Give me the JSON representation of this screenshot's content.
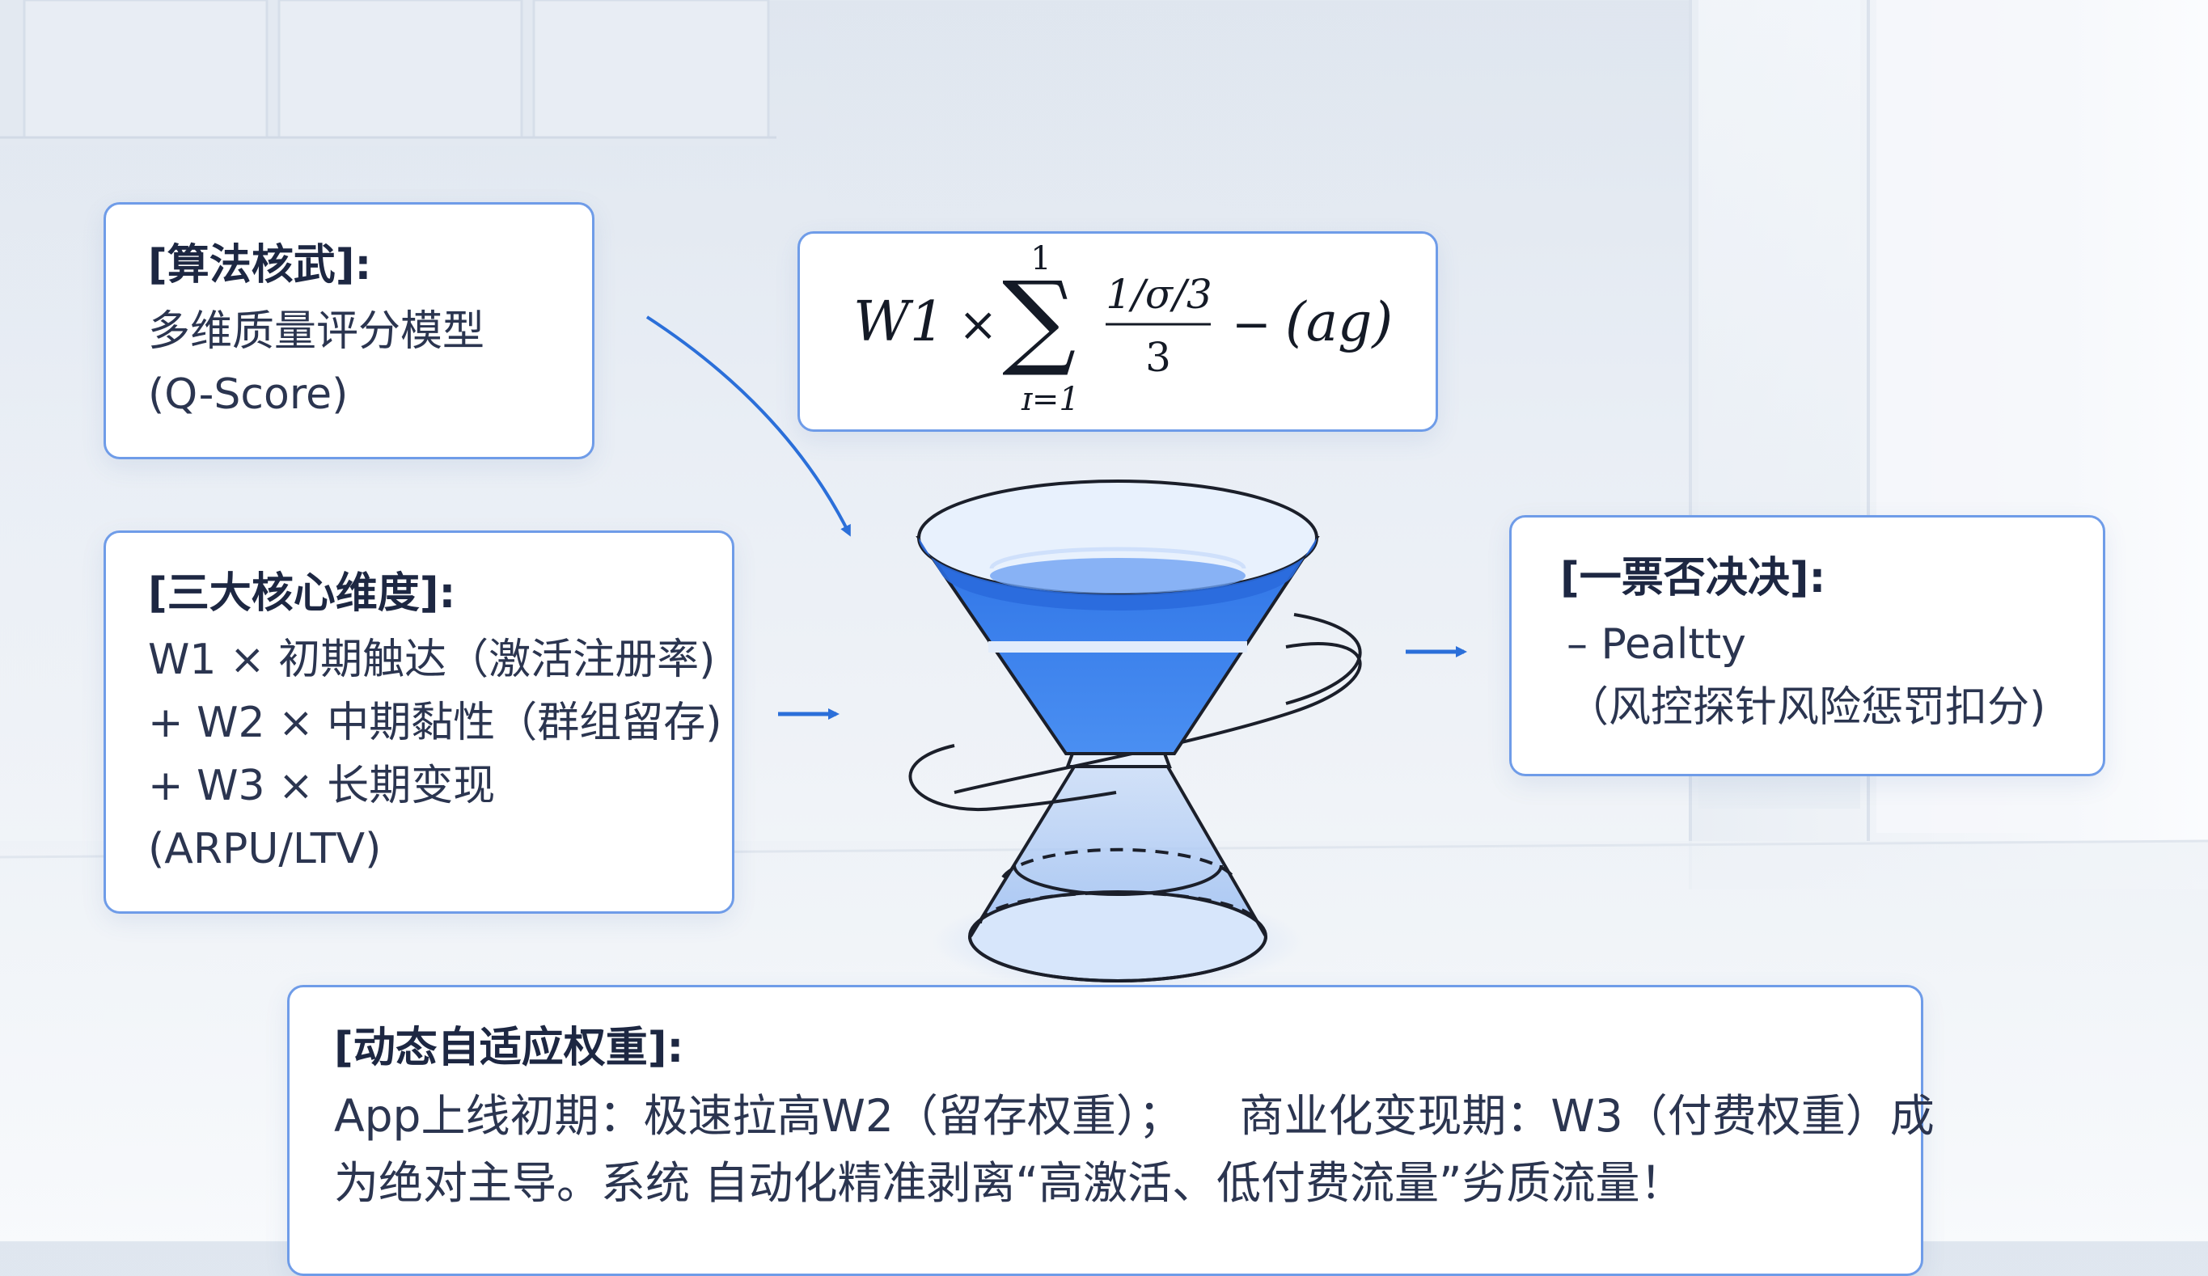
{
  "colors": {
    "accent": "#2b6fd9",
    "card_border": "#6f9ce8",
    "funnel_blue": "#3a80ec",
    "text_dark": "#1d2742"
  },
  "algo": {
    "title": "[算法核武]:",
    "lines": [
      "多维质量评分模型",
      "(Q-Score)"
    ]
  },
  "dims": {
    "title": "[三大核心维度]:",
    "lines": [
      "W1 × 初期触达（激活注册率)",
      "+ W2 × 中期黏性（群组留存)",
      "+ W3 × 长期变现",
      "(ARPU/LTV)"
    ]
  },
  "veto": {
    "title": "[一票否决决]:",
    "lines": [
      "– Pealtty",
      "（风控探针风险惩罚扣分)"
    ]
  },
  "adapt": {
    "title": "[动态自适应权重]:",
    "line1_a": "App上线初期：极速拉高W2（留存权重）；",
    "line1_b": "商业化变现期：W3（付费权重）成",
    "line2": "为绝对主导。系统 自动化精准剥离“高激活、低付费流量”劣质流量！"
  },
  "formula": {
    "lhs": "W1",
    "times": "×",
    "upper": "1",
    "lower": "ɪ=1",
    "numerator": "1/σ/3",
    "denominator": "3",
    "minus": "−",
    "tail": "(ag)"
  },
  "icons": [
    "sigma-icon",
    "arrow-right-icon",
    "curved-arrow-icon",
    "hourglass-funnel-icon"
  ]
}
